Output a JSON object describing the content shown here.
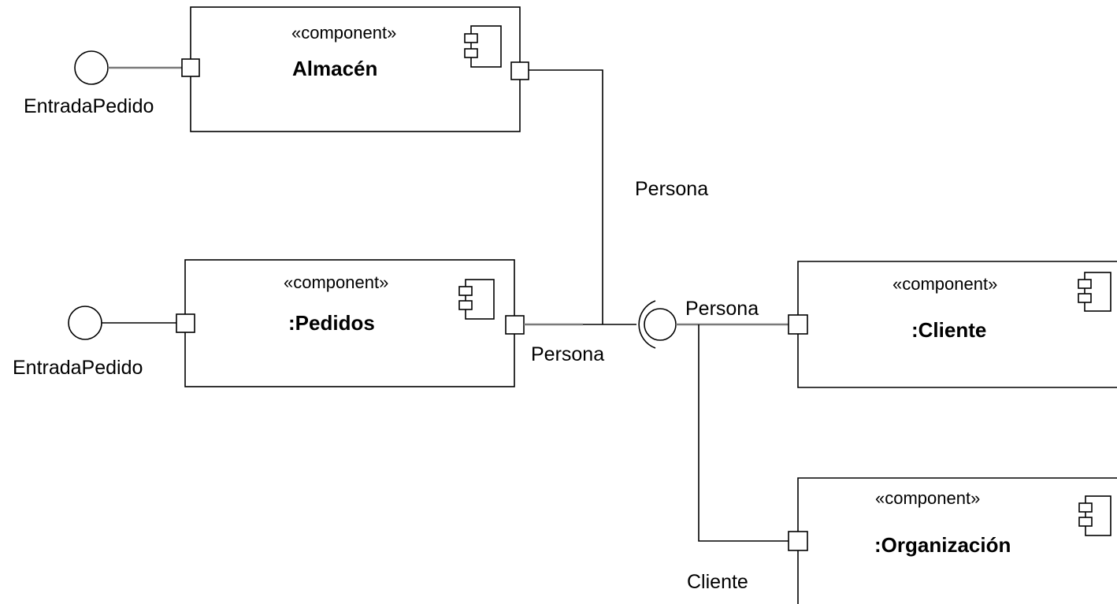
{
  "diagram": {
    "type": "uml-component-diagram",
    "colors": {
      "line": "#000000",
      "connector_grey": "#7a7a7a",
      "background": "#ffffff"
    },
    "components": [
      {
        "id": "almacen",
        "stereotype": "«component»",
        "name": "Almacén",
        "icon": "component-icon"
      },
      {
        "id": "pedidos",
        "stereotype": "«component»",
        "name": ":Pedidos",
        "icon": "component-icon"
      },
      {
        "id": "cliente",
        "stereotype": "«component»",
        "name": ":Cliente",
        "icon": "component-icon"
      },
      {
        "id": "organizacion",
        "stereotype": "«component»",
        "name": ":Organización",
        "icon": "component-icon"
      }
    ],
    "interfaces": [
      {
        "id": "almacen-entrada",
        "label": "EntradaPedido",
        "kind": "provided"
      },
      {
        "id": "pedidos-entrada",
        "label": "EntradaPedido",
        "kind": "provided"
      },
      {
        "id": "persona-socket",
        "label": "Persona",
        "kind": "required"
      }
    ],
    "connector_labels": {
      "almacen_persona": "Persona",
      "pedidos_persona": "Persona",
      "cliente_persona": "Persona",
      "organizacion_cliente": "Cliente"
    }
  }
}
